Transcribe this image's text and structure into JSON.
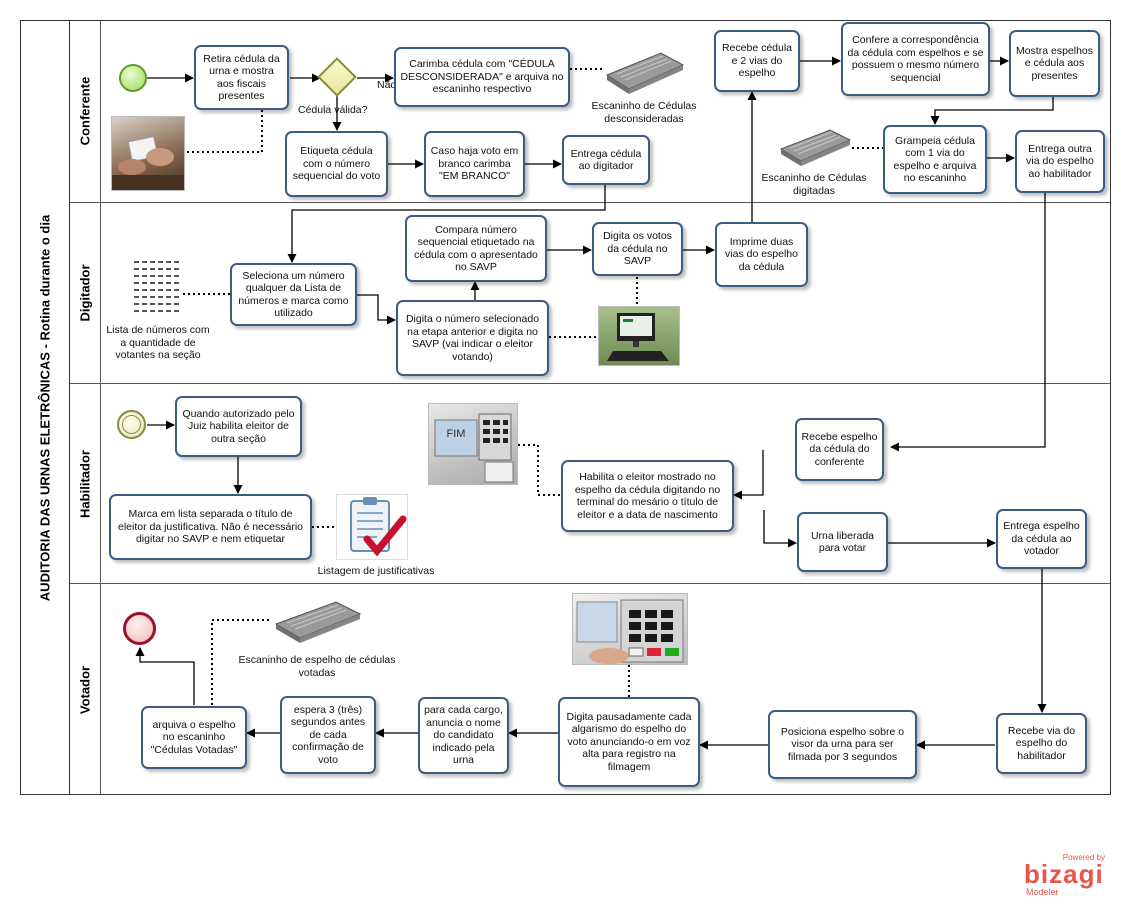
{
  "pool": {
    "title": "AUDITORIA DAS URNAS ELETRÔNICAS - Rotina durante o dia"
  },
  "lanes": [
    {
      "name": "Conferente"
    },
    {
      "name": "Digitador"
    },
    {
      "name": "Habilitador"
    },
    {
      "name": "Votador"
    }
  ],
  "tasks": {
    "retira": "Retira cédula da urna e mostra aos fiscais presentes",
    "carimba": "Carimba cédula com  \"CÉDULA DESCONSIDERADA\" e arquiva no escaninho respectivo",
    "etiqueta": "Etiqueta cédula com o número sequencial do voto",
    "branco": "Caso haja voto em branco carimba \"EM BRANCO\"",
    "entrega_digitador": "Entrega cédula ao digitador",
    "recebe_cedula": "Recebe cédula e 2 vias do espelho",
    "confere": "Confere a correspondência da cédula com espelhos e se possuem o mesmo número sequencial",
    "mostra": "Mostra espelhos e cédula aos presentes",
    "grampeia": "Grampeia cédula com 1 via do espelho e arquiva no escaninho",
    "entrega_outra": "Entrega outra via do espelho ao habilitador",
    "seleciona": "Seleciona um número qualquer da Lista de números e marca como utilizado",
    "compara": "Compara número sequencial etiquetado na cédula com o apresentado no SAVP",
    "digita_votos": "Digita os votos da cédula no SAVP",
    "imprime": "Imprime duas vias do espelho da cédula",
    "digita_numero": "Digita o número selecionado na etapa anterior e digita no SAVP (vai indicar o eleitor votando)",
    "quando": "Quando autorizado pelo Juiz habilita eleitor de outra seção",
    "marca": "Marca em lista separada o título de eleitor da justificativa. Não é necessário digitar no SAVP e nem etiquetar",
    "recebe_espelho": "Recebe espelho da cédula do conferente",
    "habilita": "Habilita o eleitor mostrado no espelho da cédula digitando no terminal do mesário o título de eleitor e a data de nascimento",
    "urna_liberada": "Urna liberada para votar",
    "entrega_espelho": "Entrega espelho da cédula ao votador",
    "arquiva": "arquiva o espelho no escaninho \"Cédulas Votadas\"",
    "espera": "espera 3 (três) segundos antes de cada confirmação de voto",
    "anuncia": "para cada cargo, anuncia o nome do candidato indicado pela urna",
    "digita_pausa": "Digita pausadamente cada algarismo do espelho do voto anunciando-o em voz alta para registro na filmagem",
    "posiciona": "Posiciona espelho sobre o visor da urna para ser filmada por 3 segundos",
    "recebe_via": "Recebe via do espelho do habilitador"
  },
  "gateway": {
    "label": "Cédula válida?",
    "no_label": "Não"
  },
  "annotations": {
    "escaninho_desc": "Escaninho de Cédulas desconsideradas",
    "escaninho_dig": "Escaninho de Cédulas digitadas",
    "lista_numeros": "Lista de números com a quantidade de votantes  na seção",
    "listagem": "Listagem de justificativas",
    "escaninho_espelho": "Escaninho de espelho de cédulas votadas"
  },
  "screen_text": "FIM",
  "branding": {
    "powered": "Powered by",
    "name": "bizagi",
    "product": "Modeler"
  },
  "colors": {
    "task_border": "#3b5d83",
    "brand": "#e8554e"
  }
}
